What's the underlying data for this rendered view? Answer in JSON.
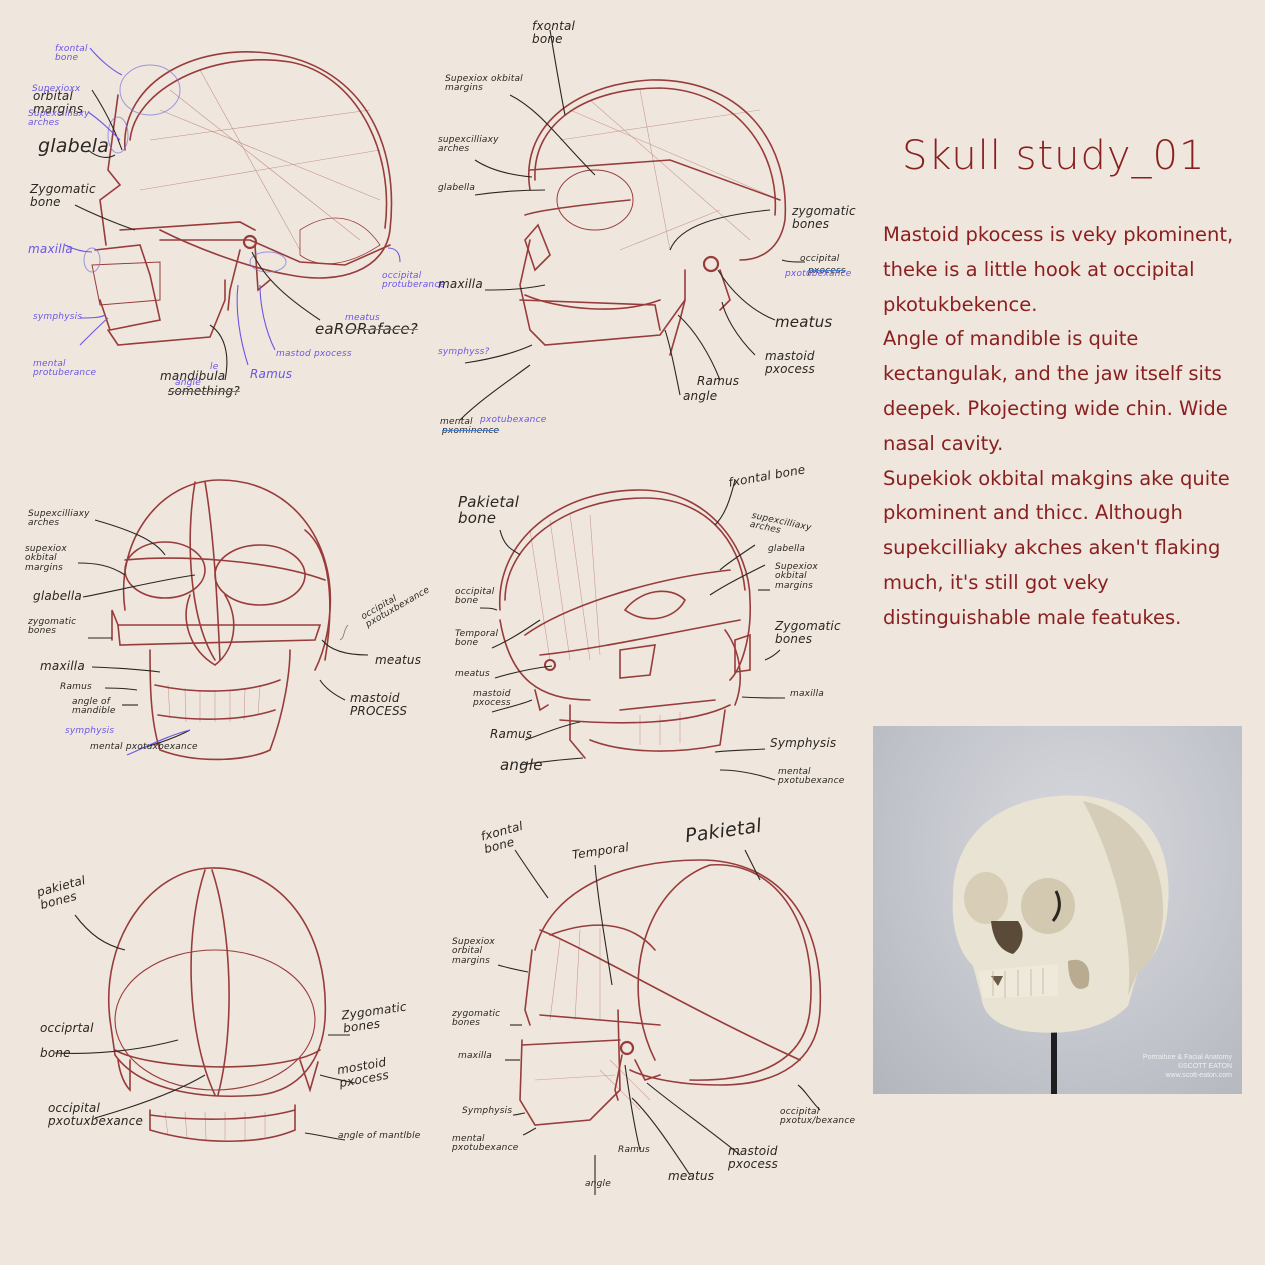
{
  "title": "Skull study_01",
  "notes": [
    " Mastoid pkocess is veky pkominent, theke is a little hook at occipital pkotukbekence.",
    " Angle of mandible is quite kectangulak, and the jaw itself sits deepek. Pkojecting wide chin. Wide nasal cavity.",
    " Supekiok okbital makgins ake quite pkominent and thicc. Although supekcilliaky akches aken't flaking much, it's still got veky distinguishable male featukes."
  ],
  "colors": {
    "background": "#efe7dd",
    "ink_red": "#8a1f1f",
    "ink_black": "#2a2622",
    "ink_blue": "#6b55e6"
  },
  "photo": {
    "alt": "Reference photo of human skull on stand",
    "credit": [
      "Portraiture & Facial Anatomy",
      "©SCOTT EATON",
      "www.scott-eaton.com"
    ]
  },
  "sketches": [
    {
      "id": "lateral-left",
      "labels": {
        "frontal_bone": "fxontal\nbone",
        "superior": "Supexioxx",
        "orbital_margins": "orbital\nmargins",
        "superciliary_arches": "Supexcilliaxy\narches",
        "glabela": "glabela",
        "zygomatic_bone": "Zygomatic\nbone",
        "maxilla": "maxilla",
        "symphysis": "symphysis",
        "mental_protuberance": "mental\nprotuberance",
        "mandible": "mandibula",
        "mandible_edit": "le",
        "angle": "angle",
        "something": "something?",
        "ramus": "Ramus",
        "mastoid_process": "mastod pxocess",
        "ear": "eaR",
        "oraface": "ORaface?",
        "meatus_edit": "meatus",
        "occipital_protuberance": "occipital\nprotuberance"
      }
    },
    {
      "id": "three-quarter-left",
      "labels": {
        "frontal_bone": "fxontal\nbone",
        "superior_orbital_margins": "Supexiox okbital\nmargins",
        "superciliary_arches": "supexcilliaxy\narches",
        "glabella": "glabella",
        "zygomatic_bones": "zygomatic\nbones",
        "occipital": "occipital",
        "occipital_edit_struck": "pxocess",
        "occipital_edit": "pxotubexance",
        "maxilla": "maxilla",
        "meatus": "meatus",
        "mastoid_process": "mastoid\npxocess",
        "symphysis": "symphyss?",
        "ramus": "Ramus",
        "angle": "angle",
        "mental": "mental",
        "mental_edit": "pxotubexance",
        "mental_struck": "pxominence"
      }
    },
    {
      "id": "frontal",
      "labels": {
        "superciliary_arches": "Supexcilliaxy\narches",
        "superior_orbital_margins": "supexiox\nokbital\nmargins",
        "glabella": "glabella",
        "zygomatic_bones": "zygomatic\nbones",
        "maxilla": "maxilla",
        "ramus": "Ramus",
        "angle_of_mandible": "angle of\nmandible",
        "symphysis": "symphysis",
        "mental_protuberance": "mental pxotuxbexance",
        "occipital_protuberance": "occipital\npxotuxbexance",
        "meatus": "meatus",
        "mastoid_process": "mastoid\nPROCESS"
      }
    },
    {
      "id": "three-quarter-rear",
      "labels": {
        "parietal_bone": "Pakietal\nbone",
        "frontal_bone": "fxontal bone",
        "superciliary_arches": "supexcilliaxy\narches",
        "glabella": "glabella",
        "superior_orbital_margins": "Supexiox\nokbital\nmargins",
        "occipital_bone": "occipital\nbone",
        "temporal_bone": "Temporal\nbone",
        "zygomatic_bones": "Zygomatic\nbones",
        "meatus": "meatus",
        "mastoid_process": "mastoid\npxocess",
        "maxilla": "maxilla",
        "ramus": "Ramus",
        "symphysis": "Symphysis",
        "angle": "angle",
        "mental_protuberance": "mental\npxotubexance"
      }
    },
    {
      "id": "rear",
      "labels": {
        "parietal_bones": "pakietal\nbones",
        "zygomatic_bones": "Zygomatic\nbones",
        "occipital_bone": "occiprtal\n\nbone",
        "mastoid_process": "mostoid\npxocess",
        "occipital_protuberance": "occipital\npxotuxbexance",
        "angle_of_mandible": "angle of mantlble"
      }
    },
    {
      "id": "lateral-right",
      "labels": {
        "frontal_bone": "fxontal\nbone",
        "temporal": "Temporal",
        "parietal": "Pakietal",
        "superior_orbital_margins": "Supexiox\norbital\nmargins",
        "zygomatic_bones": "zygomatic\nbones",
        "maxilla": "maxilla",
        "symphysis": "Symphysis",
        "mental_protuberance": "mental\npxotubexance",
        "angle": "angle",
        "ramus": "Ramus",
        "meatus": "meatus",
        "mastoid_process": "mastoid\npxocess",
        "occipital_protuberance": "occipital\npxotux/bexance"
      }
    }
  ]
}
